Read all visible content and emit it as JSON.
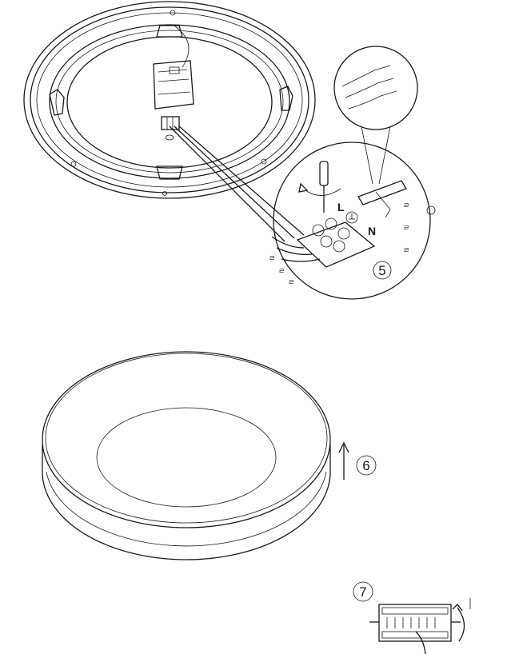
{
  "steps": {
    "step5": "5",
    "step6": "6",
    "step7": "7"
  },
  "terminal_letters": {
    "live": "L",
    "neutral": "N"
  },
  "wire_tags": [
    "ㄹ",
    "ㄹ",
    "ㄹ"
  ],
  "legend_glyphs": [
    "ㄹ",
    "ㄹ",
    "ㄹ"
  ],
  "colors": {
    "line": "#1a1a1a",
    "background": "#ffffff"
  }
}
